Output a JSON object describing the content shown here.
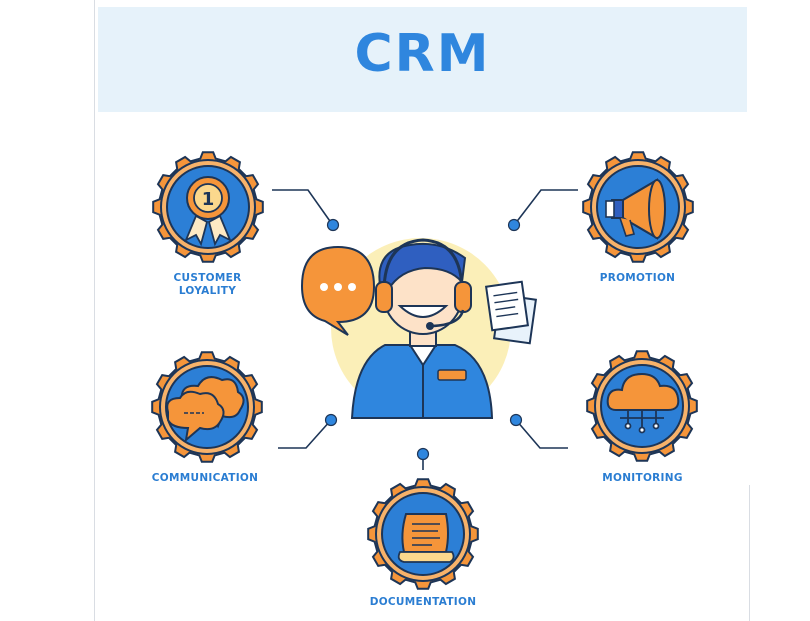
{
  "title": "CRM",
  "nodes": {
    "customer_loyalty": {
      "line1": "CUSTOMER",
      "line2": "LOYALITY",
      "badge": "1",
      "icon": "award-ribbon-icon"
    },
    "promotion": {
      "label": "PROMOTION",
      "icon": "megaphone-icon"
    },
    "communication": {
      "label": "COMMUNICATION",
      "icon": "speech-clouds-icon"
    },
    "monitoring": {
      "label": "MONITORING",
      "icon": "cloud-network-icon"
    },
    "documentation": {
      "label": "DOCUMENTATION",
      "icon": "scroll-document-icon"
    }
  },
  "colors": {
    "brand_blue": "#2f86de",
    "label_blue": "#2a7dd2",
    "badge_fill": "#2c7fd6",
    "accent_orange": "#f5953a",
    "outline": "#1d3557",
    "header_bg": "#e6f2fa",
    "center_bg": "#fbefb8"
  }
}
